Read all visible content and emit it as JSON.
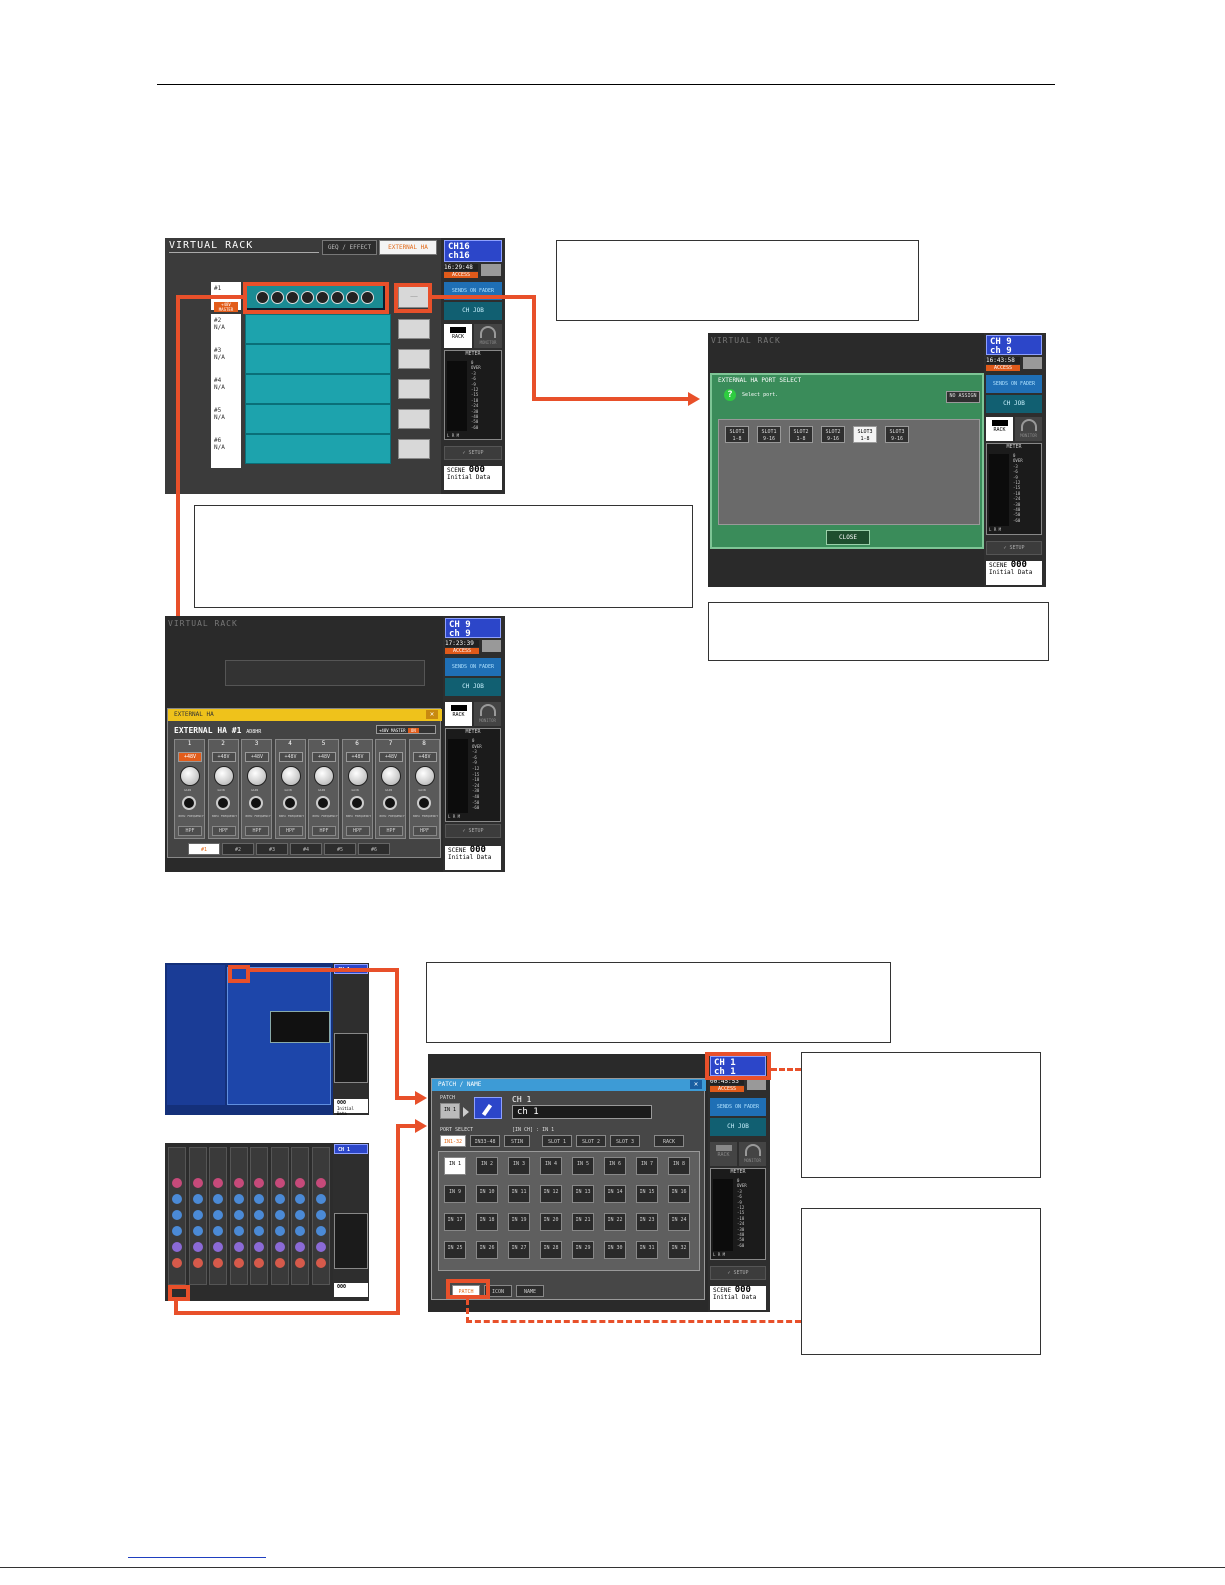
{
  "virtual_rack": {
    "title": "VIRTUAL RACK",
    "tabs": [
      "GEQ / EFFECT",
      "EXTERNAL HA"
    ],
    "rows": [
      {
        "label": "#1",
        "tag": "+48V MASTER"
      },
      {
        "label": "#2",
        "sub": "N/A"
      },
      {
        "label": "#3",
        "sub": "N/A"
      },
      {
        "label": "#4",
        "sub": "N/A"
      },
      {
        "label": "#5",
        "sub": "N/A"
      },
      {
        "label": "#6",
        "sub": "N/A"
      }
    ],
    "port_button": "——"
  },
  "sidebar_a": {
    "ch": "CH16",
    "name": "ch16",
    "time": "16:29:48",
    "access": "ACCESS",
    "sends": "SENDS ON FADER",
    "chjob": "CH JOB",
    "rack": "RACK",
    "monitor": "MONITOR",
    "meter": "METER",
    "setup": "SETUP",
    "scene_label": "SCENE",
    "scene_no": "000",
    "scene_name": "Initial Data"
  },
  "meter_scale": [
    "0",
    "OVER",
    "-3",
    "-6",
    "-9",
    "-12",
    "-15",
    "-18",
    "-24",
    "-30",
    "-40",
    "-50",
    "-60"
  ],
  "meter_lrm": "L R M",
  "port_select_dialog": {
    "title": "EXTERNAL HA PORT SELECT",
    "prompt": "Select port.",
    "no_assign": "NO ASSIGN",
    "slots": [
      {
        "line1": "SLOT1",
        "line2": "1-8"
      },
      {
        "line1": "SLOT1",
        "line2": "9-16"
      },
      {
        "line1": "SLOT2",
        "line2": "1-8"
      },
      {
        "line1": "SLOT2",
        "line2": "9-16"
      },
      {
        "line1": "SLOT3",
        "line2": "1-8"
      },
      {
        "line1": "SLOT3",
        "line2": "9-16"
      }
    ],
    "close": "CLOSE"
  },
  "sidebar_b": {
    "ch": "CH 9",
    "name": "ch 9",
    "time": "16:43:58",
    "access": "ACCESS",
    "sends": "SENDS ON FADER",
    "chjob": "CH JOB",
    "rack": "RACK",
    "monitor": "MONITOR",
    "meter": "METER",
    "setup": "SETUP",
    "scene_label": "SCENE",
    "scene_no": "000",
    "scene_name": "Initial Data"
  },
  "external_ha": {
    "window_title": "EXTERNAL HA",
    "heading": "EXTERNAL HA #1",
    "model": "AD8HR",
    "master_label": "+48V MASTER",
    "master_state": "ON",
    "channels": [
      "1",
      "2",
      "3",
      "4",
      "5",
      "6",
      "7",
      "8"
    ],
    "phantom": "+48V",
    "gain": "GAIN",
    "freq": "80Hz FREQUENCY",
    "hpf": "HPF",
    "tabs": [
      "#1",
      "#2",
      "#3",
      "#4",
      "#5",
      "#6"
    ]
  },
  "sidebar_c": {
    "ch": "CH 9",
    "name": "ch 9",
    "time": "17:23:39",
    "access": "ACCESS",
    "sends": "SENDS ON FADER",
    "chjob": "CH JOB",
    "rack": "RACK",
    "monitor": "MONITOR",
    "meter": "METER",
    "setup": "SETUP",
    "scene_label": "SCENE",
    "scene_no": "000",
    "scene_name": "Initial Data"
  },
  "patch_name": {
    "title": "PATCH / NAME",
    "patch_label": "PATCH",
    "patch_value": "IN 1",
    "ch_label": "CH 1",
    "name_value": "ch 1",
    "port_select": "PORT SELECT",
    "port_info": "[IN CH] : IN 1",
    "groups": [
      "IN1-32",
      "IN33-48",
      "STIN",
      "SLOT 1",
      "SLOT 2",
      "SLOT 3",
      "RACK"
    ],
    "ports": [
      "IN 1",
      "IN 2",
      "IN 3",
      "IN 4",
      "IN 5",
      "IN 6",
      "IN 7",
      "IN 8",
      "IN 9",
      "IN 10",
      "IN 11",
      "IN 12",
      "IN 13",
      "IN 14",
      "IN 15",
      "IN 16",
      "IN 17",
      "IN 18",
      "IN 19",
      "IN 20",
      "IN 21",
      "IN 22",
      "IN 23",
      "IN 24",
      "IN 25",
      "IN 26",
      "IN 27",
      "IN 28",
      "IN 29",
      "IN 30",
      "IN 31",
      "IN 32"
    ],
    "tabs": [
      "PATCH",
      "ICON",
      "NAME"
    ]
  },
  "sidebar_d": {
    "ch": "CH 1",
    "name": "ch 1",
    "time": "00:45:53",
    "access": "ACCESS",
    "sends": "SENDS ON FADER",
    "chjob": "CH JOB",
    "rack": "RACK",
    "monitor": "MONITOR",
    "meter": "METER",
    "setup": "SETUP",
    "scene_label": "SCENE",
    "scene_no": "000",
    "scene_name": "Initial Data"
  },
  "selected_channel_thumb": {
    "ch": "CH 1",
    "scene_no": "000",
    "scene_name": "Initial Data"
  },
  "overview_thumb": {
    "ch": "CH 1",
    "scene_no": "000"
  }
}
